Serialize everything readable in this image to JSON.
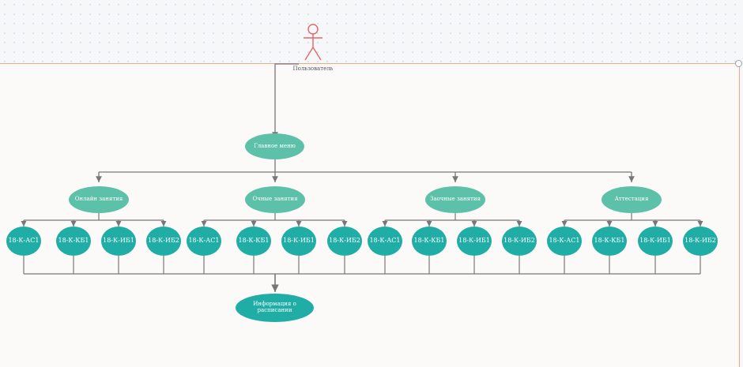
{
  "actor": {
    "label": "Пользователь"
  },
  "root": {
    "label": "Главное меню"
  },
  "categories": [
    {
      "label": "Онлайн занятия",
      "groups": [
        "18-К-АС1",
        "18-К-КБ1",
        "18-К-ИБ1",
        "18-К-ИБ2"
      ]
    },
    {
      "label": "Очные занятия",
      "groups": [
        "18-К-АС1",
        "18-К-КБ1",
        "18-К-ИБ1",
        "18-К-ИБ2"
      ]
    },
    {
      "label": "Заочные занятия",
      "groups": [
        "18-К-АС1",
        "18-К-КБ1",
        "18-К-ИБ1",
        "18-К-ИБ2"
      ]
    },
    {
      "label": "Аттестация",
      "groups": [
        "18-К-АС1",
        "18-К-КБ1",
        "18-К-ИБ1",
        "18-К-ИБ2"
      ]
    }
  ],
  "result": {
    "label": "Информация о расписании"
  },
  "colors": {
    "category_node": "#5dc1aa",
    "group_node": "#20ada6",
    "connector": "#777777",
    "actor": "#e0666a",
    "frame_border": "#f0a98e"
  }
}
